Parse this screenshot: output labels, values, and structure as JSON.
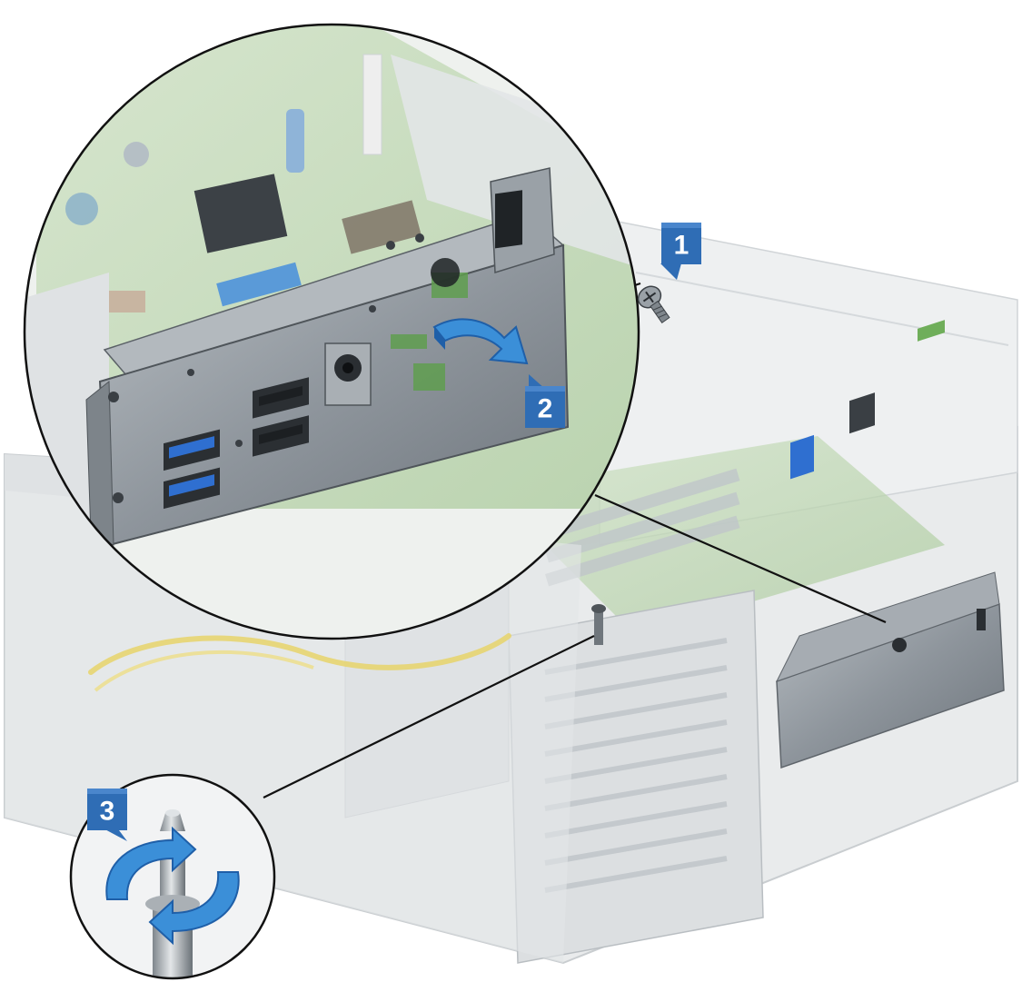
{
  "callouts": [
    {
      "id": "1",
      "label": "1",
      "meaning": "remove-screw"
    },
    {
      "id": "2",
      "label": "2",
      "meaning": "slide-bracket-out"
    },
    {
      "id": "3",
      "label": "3",
      "meaning": "rotate-standoff"
    }
  ],
  "colors": {
    "callout_fill": "#2f6db5",
    "arrow_fill": "#3b8fd8",
    "arrow_dark": "#1f5fa8",
    "bracket_metal": "#8e959c",
    "board_green": "#7fae6a",
    "usb3_blue": "#2f6fd0",
    "cable_yellow": "#e8d46a",
    "leader_line": "#111111",
    "chassis_gray": "#e6e8e9"
  },
  "icons": {
    "screw": "screw-icon",
    "slide_arrow": "curved-arrow-icon",
    "rotate_arrows": "rotate-arrows-icon"
  }
}
